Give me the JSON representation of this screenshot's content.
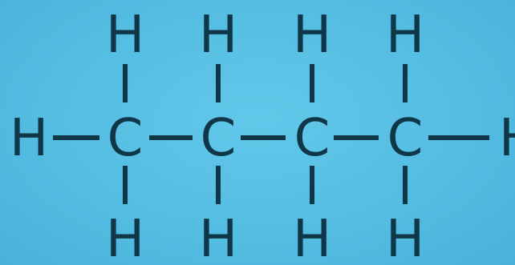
{
  "molecule": {
    "carbon_symbol": "C",
    "hydrogen_symbol": "H",
    "colors": {
      "background": "#56bfe3",
      "foreground": "#0f3748"
    },
    "carbons": [
      {
        "label": "C"
      },
      {
        "label": "C"
      },
      {
        "label": "C"
      },
      {
        "label": "C"
      }
    ],
    "top_hydrogens": [
      {
        "label": "H"
      },
      {
        "label": "H"
      },
      {
        "label": "H"
      },
      {
        "label": "H"
      }
    ],
    "bottom_hydrogens": [
      {
        "label": "H"
      },
      {
        "label": "H"
      },
      {
        "label": "H"
      },
      {
        "label": "H"
      }
    ],
    "end_hydrogens": {
      "left": "H",
      "right": "H"
    }
  }
}
